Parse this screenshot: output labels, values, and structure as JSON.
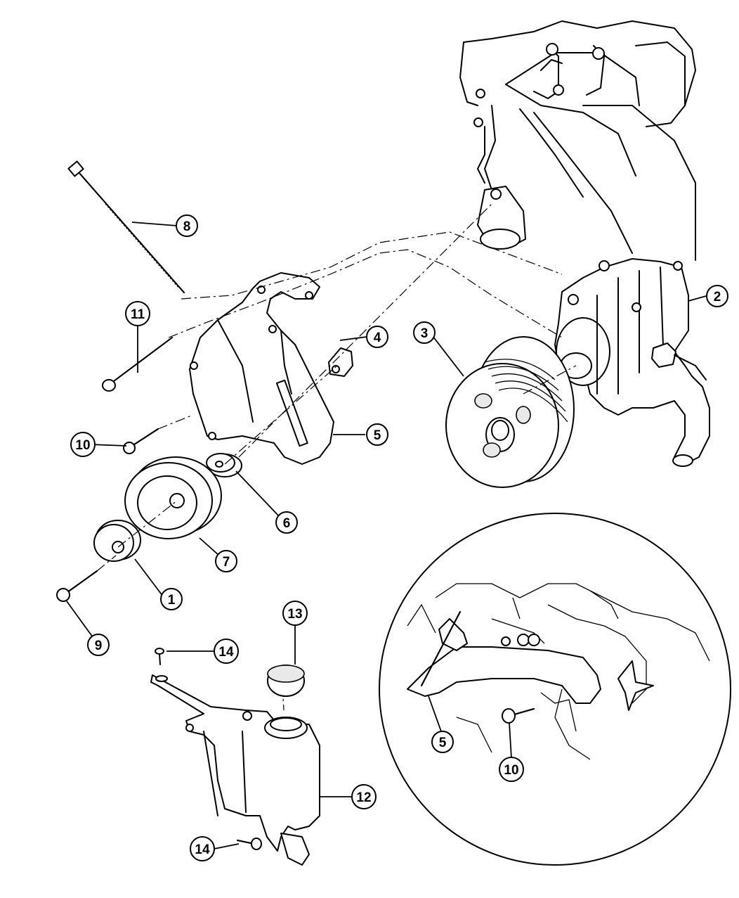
{
  "callouts": [
    {
      "id": "c1",
      "label": "1"
    },
    {
      "id": "c2",
      "label": "2"
    },
    {
      "id": "c3",
      "label": "3"
    },
    {
      "id": "c4",
      "label": "4"
    },
    {
      "id": "c5",
      "label": "5"
    },
    {
      "id": "c6",
      "label": "6"
    },
    {
      "id": "c7",
      "label": "7"
    },
    {
      "id": "c8",
      "label": "8"
    },
    {
      "id": "c9",
      "label": "9"
    },
    {
      "id": "c10",
      "label": "10"
    },
    {
      "id": "c11",
      "label": "11"
    },
    {
      "id": "c12",
      "label": "12"
    },
    {
      "id": "c13",
      "label": "13"
    },
    {
      "id": "c14a",
      "label": "14"
    },
    {
      "id": "c14b",
      "label": "14"
    },
    {
      "id": "c5b",
      "label": "5"
    },
    {
      "id": "c10b",
      "label": "10"
    }
  ]
}
